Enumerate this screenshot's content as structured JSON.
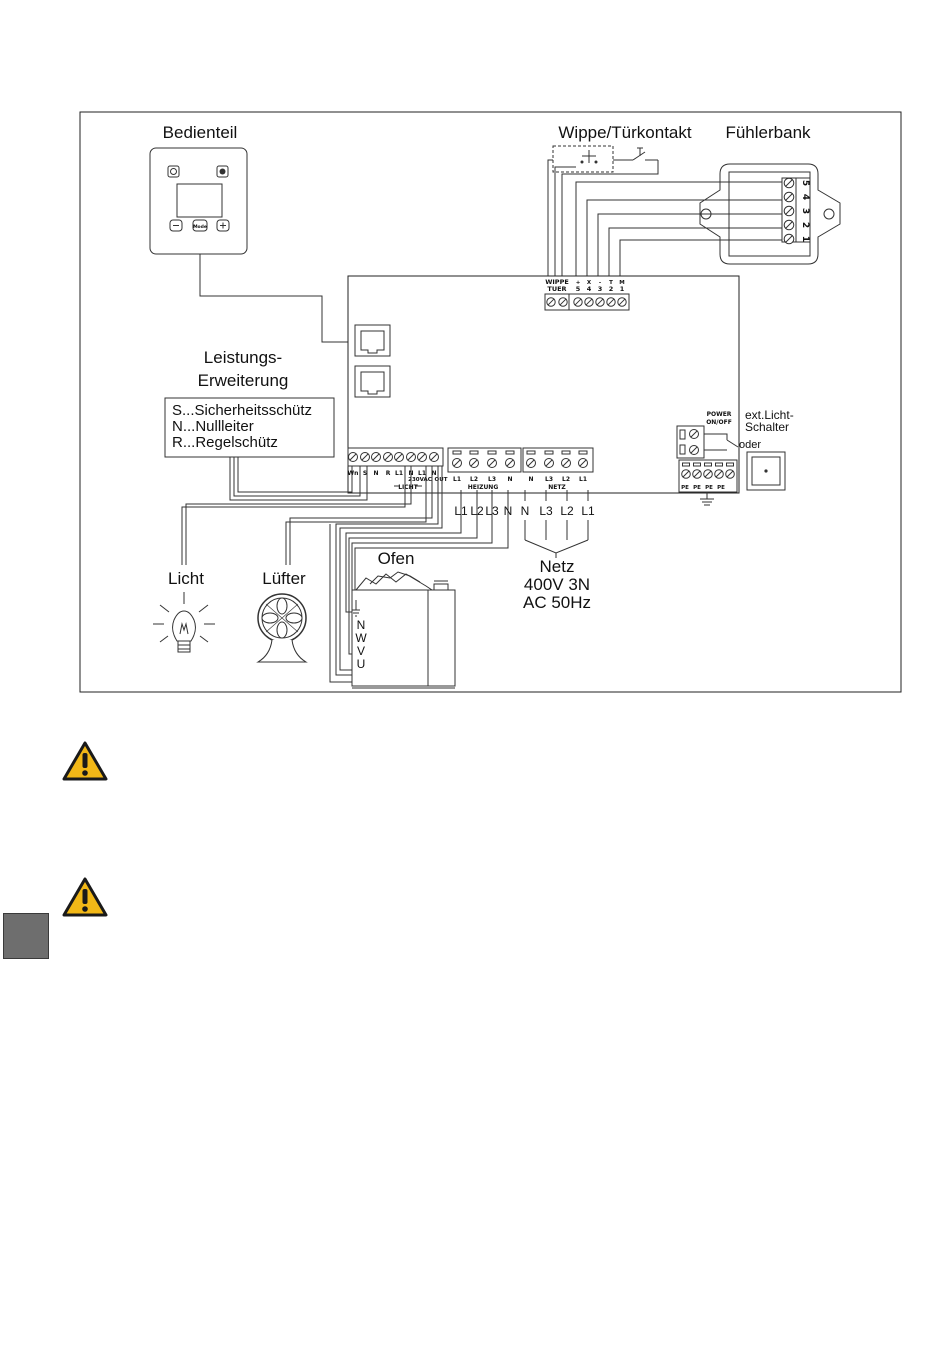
{
  "labels": {
    "control_unit": "Bedienteil",
    "door_switch": "Wippe/Türkontakt",
    "sensor": "Fühlerbank",
    "power_ext": "Leistungs-",
    "power_ext2": "Erweiterung",
    "legend_s": "S...Sicherheitsschütz",
    "legend_n": "N...Nullleiter",
    "legend_r": "R...Regelschütz",
    "ext_light_1": "ext.Licht-",
    "ext_light_2": "Schalter",
    "oder": "oder",
    "power_1": "POWER",
    "power_2": "ON/OFF",
    "wippe_1": "WIPPE",
    "wippe_2": "TUER",
    "light": "Licht",
    "fan": "Lüfter",
    "oven": "Ofen",
    "mains_1": "Netz",
    "mains_2": "400V 3N",
    "mains_3": "AC 50Hz",
    "licht_group": "LICHT",
    "heizung_group": "HEIZUNG",
    "netz_group": "NETZ",
    "vac": "230VAC",
    "out": "OUT",
    "mode": "Mode"
  },
  "terminals": {
    "sensor_pins": [
      "5",
      "4",
      "3",
      "2",
      "1"
    ],
    "sensor_top": [
      "+",
      "X",
      "-",
      "T",
      "M"
    ],
    "sensor_num": [
      "5",
      "4",
      "3",
      "2",
      "1"
    ],
    "licht": [
      "Wn",
      "S",
      "N",
      "R",
      "L1",
      "N",
      "L1",
      "N"
    ],
    "heizung": [
      "L1",
      "L2",
      "L3",
      "N"
    ],
    "netz": [
      "N",
      "L3",
      "L2",
      "L1"
    ],
    "pe": [
      "PE",
      "PE",
      "PE",
      "PE"
    ],
    "heizung_wires": [
      "L1",
      "L2",
      "L3",
      "N"
    ],
    "netz_wires": [
      "N",
      "L3",
      "L2",
      "L1"
    ],
    "oven_terms": [
      "N",
      "W",
      "V",
      "U"
    ]
  }
}
